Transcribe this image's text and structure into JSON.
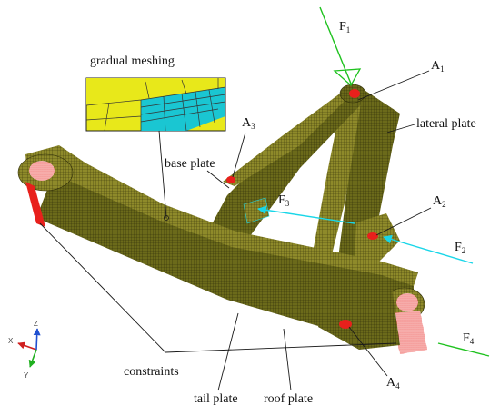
{
  "labels": {
    "gradual_meshing": "gradual meshing",
    "base_plate": "base plate",
    "lateral_plate": "lateral plate",
    "constraints": "constraints",
    "tail_plate": "tail plate",
    "roof_plate": "roof plate"
  },
  "points": {
    "a1": {
      "main": "A",
      "sub": "1"
    },
    "a2": {
      "main": "A",
      "sub": "2"
    },
    "a3": {
      "main": "A",
      "sub": "3"
    },
    "a4": {
      "main": "A",
      "sub": "4"
    }
  },
  "forces": {
    "f1": {
      "main": "F",
      "sub": "1"
    },
    "f2": {
      "main": "F",
      "sub": "2"
    },
    "f3": {
      "main": "F",
      "sub": "3"
    },
    "f4": {
      "main": "F",
      "sub": "4"
    }
  },
  "axes": {
    "x": "X",
    "y": "Y",
    "z": "Z"
  },
  "colors": {
    "mesh_olive": "#6b6a1a",
    "mesh_light": "#8e8a2a",
    "constraint_red": "#e8201c",
    "force_green": "#1fc21f",
    "force_cyan": "#19d6e8",
    "inset_yellow": "#e8e81a",
    "inset_cyan": "#1ac6d2"
  }
}
